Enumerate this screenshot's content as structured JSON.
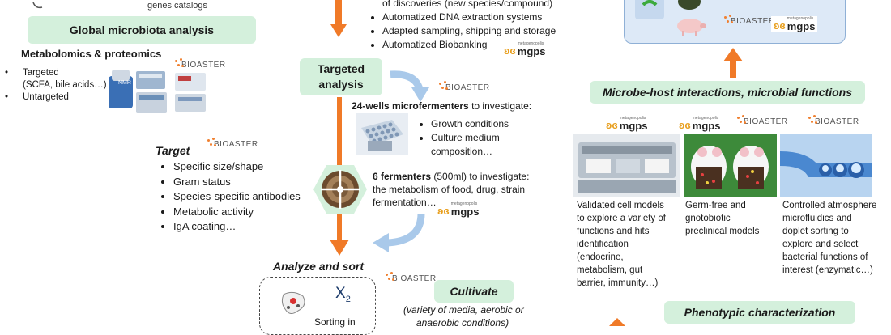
{
  "top_left": {
    "catalog_text": "genes catalogs"
  },
  "global": {
    "title": "Global microbiota analysis",
    "subtitle": "Metabolomics & proteomics",
    "items": [
      "Targeted",
      "(SCFA, bile acids…)",
      "Untargeted"
    ],
    "nmr_label": "NMR"
  },
  "center_top": {
    "bullets": [
      "of discoveries (new species/compound)",
      "Automatized DNA extraction systems",
      "Adapted sampling, shipping and storage",
      "Automatized Biobanking"
    ]
  },
  "targeted": {
    "title_line1": "Targeted",
    "title_line2": "analysis",
    "wells_bold": "24-wells microfermenters",
    "wells_rest": " to investigate:",
    "wells_bullets": [
      "Growth conditions",
      "Culture medium",
      "composition…"
    ],
    "ferm_bold": "6 fermenters",
    "ferm_rest": " (500ml) to investigate:",
    "ferm_lines": [
      "the metabolism of food, drug, strain",
      "fermentation…"
    ]
  },
  "target": {
    "title": "Target",
    "bullets": [
      "Specific size/shape",
      "Gram status",
      "Species-specific antibodies",
      "Metabolic activity",
      "IgA coating…"
    ]
  },
  "analyze": {
    "title": "Analyze and sort",
    "sorting_text": "Sorting in",
    "x_label": "X",
    "x_sub": "2"
  },
  "cultivate": {
    "title": "Cultivate",
    "line1": "(variety of media, aerobic or",
    "line2": "anaerobic conditions)"
  },
  "right": {
    "interactions_title": "Microbe-host interactions, microbial functions",
    "col1": [
      "Validated cell models",
      "to explore a variety of",
      "functions and hits",
      "identification",
      "(endocrine,",
      "metabolism, gut",
      "barrier, immunity…)"
    ],
    "col2": [
      "Germ-free and",
      "gnotobiotic",
      "preclinical models"
    ],
    "col3": [
      "Controlled atmosphere",
      "microfluidics and",
      "doplet sorting to",
      "explore and select",
      "bacterial functions of",
      "interest (enzymatic…)"
    ],
    "pheno_title": "Phenotypic characterization"
  },
  "logos": {
    "bioaster": "BIOASTER",
    "mgps_small": "metagenopolis",
    "mgps_main": "mgps"
  },
  "colors": {
    "green_box": "#d4f0dc",
    "orange_arrow": "#f07a28",
    "blue_arrow": "#a9c9ea",
    "top_panel": "#dde9f7"
  },
  "icons": [
    "arrow-down-icon",
    "arrow-up-icon",
    "curved-arrow-icon",
    "petri-dish-icon",
    "nmr-machine-icon",
    "microfermenter-icon",
    "cell-model-icon",
    "mouse-icon",
    "microfluidic-icon",
    "pig-icon"
  ]
}
